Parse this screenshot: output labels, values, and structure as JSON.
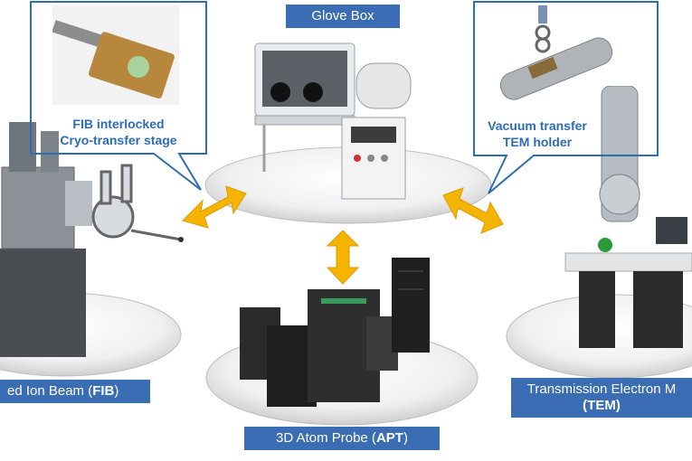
{
  "labels": {
    "glove_box": "Glove Box",
    "fib_prefix": "ed Ion Beam (",
    "fib_bold": "FIB",
    "fib_suffix": ")",
    "apt_prefix": "3D Atom Probe (",
    "apt_bold": "APT",
    "apt_suffix": ")",
    "tem_line1": "Transmission Electron M",
    "tem_bold": "(TEM)"
  },
  "callouts": {
    "fib_stage_line1": "FIB interlocked",
    "fib_stage_line2": "Cryo-transfer stage",
    "tem_holder_line1": "Vacuum transfer",
    "tem_holder_line2": "TEM holder"
  },
  "colors": {
    "label_blue": "#3a6db4",
    "callout_text": "#2d6db3",
    "arrow_fill": "#f5b400",
    "arrow_stroke": "#e09a00"
  }
}
